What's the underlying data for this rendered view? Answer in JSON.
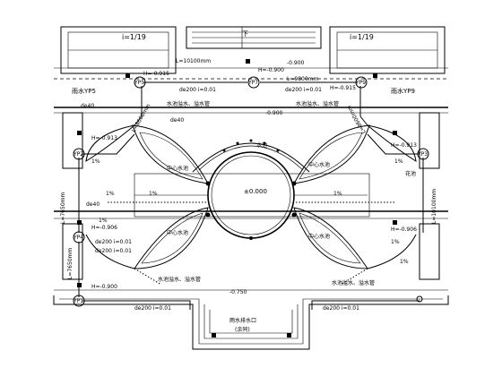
{
  "drawing": {
    "slope_left": "i=1/19",
    "slope_right": "i=1/19",
    "down_marker": "下",
    "elev_0": "±0.000",
    "elev_top_mid": "-0.900",
    "elev_left_top": "H=-0.915",
    "elev_mid_top": "H=-0.900",
    "elev_right_top": "H=-0.915",
    "elev_upper_center": "-0.900",
    "elev_left_mid": "H=-0.913",
    "elev_right_mid": "H=-0.913",
    "elev_left_low": "H=-0.906",
    "elev_right_low": "H=-0.906",
    "elev_left_bottom": "H=-0.900",
    "elev_bottom_center": "-0.750",
    "ch_left": "雨水YP5",
    "ch_right": "雨水YP9",
    "node_yp5": "YP5",
    "node_yp7": "YP7",
    "node_yp9": "YP9",
    "node_yp2": "YP2",
    "node_yp3": "YP3",
    "node_yp4": "YP4",
    "node_yp1": "YP1",
    "pipe_top_left": "L=10100mm",
    "pipe_top_right": "L=9800mm",
    "pipe_spec_l": "de200 i=0.01",
    "pipe_spec_r": "de200 i=0.01",
    "pipe_de40_l": "de40",
    "pipe_de40_top": "de40",
    "pipe_de40_mid": "de40",
    "pipe_bottom": "de200 i=0.01",
    "pipe_bottom_right": "de200 i=0.01",
    "pipe_left_mid": "de200 i=0.01",
    "pipe_left_low": "de200 i=0.01",
    "pipe_left_v1": "L=7650mm",
    "pipe_left_v2": "L=7650mm",
    "pipe_right_v": "L=10100mm",
    "pipe_left_vu": "L=8600mm",
    "pipe_right_vu": "L=8600mm",
    "label_drain_top": "水池溢水、溢水管",
    "label_drain_top_r": "水池溢水、溢水管",
    "label_drain_bot_l": "水池溢水、溢水管",
    "label_drain_bot_r": "水池溢水、溢水管",
    "pool_tl": "中心水池",
    "pool_tr": "中心水池",
    "pool_bl": "中心水池",
    "pool_br": "中心水池",
    "pool_top": "水池",
    "flower_bed": "花池",
    "outlet_label": "雨水排水口",
    "outlet_sub": "(余同)",
    "slope_pct_1": "1%",
    "slope_pct_2": "1%",
    "slope_pct_3": "1%",
    "slope_pct_4": "1%",
    "slope_pct_5": "1%",
    "slope_pct_6": "1%",
    "slope_pct_7": "1%",
    "slope_pct_8": "1%"
  }
}
